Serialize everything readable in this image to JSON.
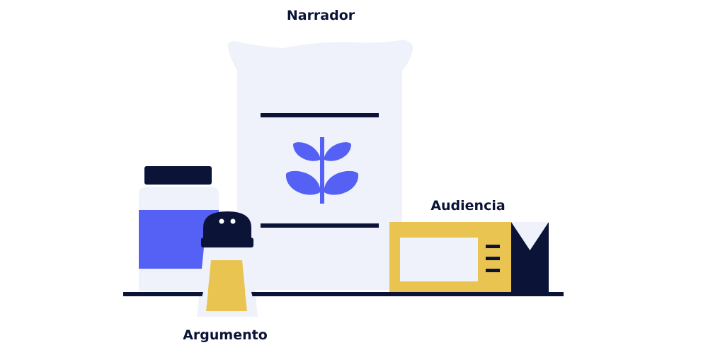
{
  "labels": {
    "narrador": "Narrador",
    "audiencia": "Audiencia",
    "argumento": "Argumento"
  },
  "colors": {
    "navy": "#0b1437",
    "pale": "#eff2fa",
    "blue": "#5561f4",
    "yellow": "#e9c451"
  },
  "icons": {
    "flour-sack": "sack-with-plant-icon",
    "jar": "jar-icon",
    "salt-shaker": "shaker-icon",
    "microwave": "microwave-icon",
    "carton": "carton-icon"
  }
}
